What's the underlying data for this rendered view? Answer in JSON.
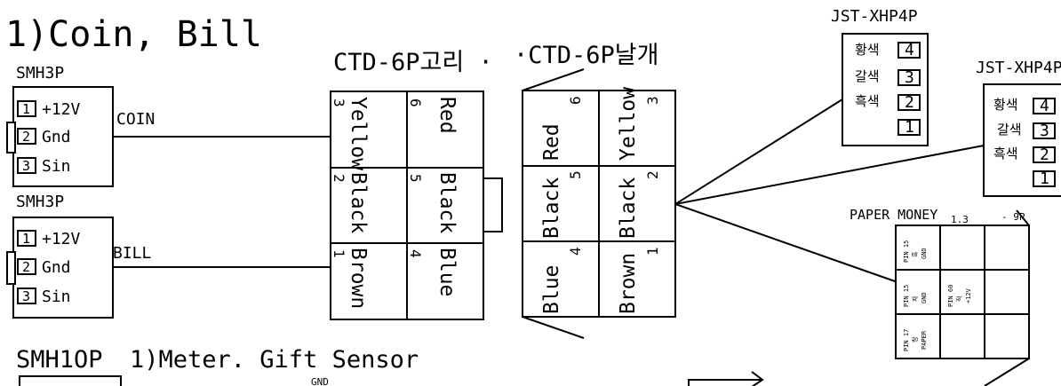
{
  "titles": {
    "main": "1)Coin, Bill",
    "meter": "1)Meter. Gift Sensor",
    "smh10p": "SMH1OP",
    "gnd_partial": "GND"
  },
  "smh_coin": {
    "label": "SMH3P",
    "signal": "COIN",
    "pins": [
      {
        "num": "1",
        "name": "+12V"
      },
      {
        "num": "2",
        "name": "Gnd"
      },
      {
        "num": "3",
        "name": "Sin"
      }
    ]
  },
  "smh_bill": {
    "label": "SMH3P",
    "signal": "BILL",
    "pins": [
      {
        "num": "1",
        "name": "+12V"
      },
      {
        "num": "2",
        "name": "Gnd"
      },
      {
        "num": "3",
        "name": "Sin"
      }
    ]
  },
  "ctd_hook": {
    "label": "CTD-6P고리 ·",
    "cells": [
      {
        "num": "3",
        "name": "Yellow"
      },
      {
        "num": "6",
        "name": "Red"
      },
      {
        "num": "2",
        "name": "Black"
      },
      {
        "num": "5",
        "name": "Black"
      },
      {
        "num": "1",
        "name": "Brown"
      },
      {
        "num": "4",
        "name": "Blue"
      }
    ]
  },
  "ctd_wing": {
    "label": "·CTD-6P날개",
    "cells": [
      {
        "num": "6",
        "name": "Red"
      },
      {
        "num": "3",
        "name": "Yellow"
      },
      {
        "num": "5",
        "name": "Black"
      },
      {
        "num": "2",
        "name": "Black"
      },
      {
        "num": "4",
        "name": "Blue"
      },
      {
        "num": "1",
        "name": "Brown"
      }
    ]
  },
  "jst1": {
    "label": "JST-XHP4P",
    "rows": [
      {
        "color": "황색",
        "num": "4"
      },
      {
        "color": "갈색",
        "num": "3"
      },
      {
        "color": "흑색",
        "num": "2"
      },
      {
        "color": "",
        "num": "1"
      }
    ]
  },
  "jst2": {
    "label": "JST-XHP4P",
    "rows": [
      {
        "color": "황색",
        "num": "4"
      },
      {
        "color": "갈색",
        "num": "3"
      },
      {
        "color": "흑색",
        "num": "2"
      },
      {
        "color": "",
        "num": "1"
      }
    ]
  },
  "paper": {
    "label": "PAPER MONEY",
    "sub": "1.3",
    "pins_label": "- 9P",
    "cells": [
      {
        "pin": "PIN 15",
        "ko": "흑",
        "sig": "GND"
      },
      {
        "pin": "PIN 15",
        "ko": "자",
        "sig": "GND"
      },
      {
        "pin": "PIN 60",
        "ko": "적",
        "sig": "+12V"
      },
      {
        "pin": "PIN 17",
        "ko": "청",
        "sig": "PAPER"
      }
    ]
  }
}
